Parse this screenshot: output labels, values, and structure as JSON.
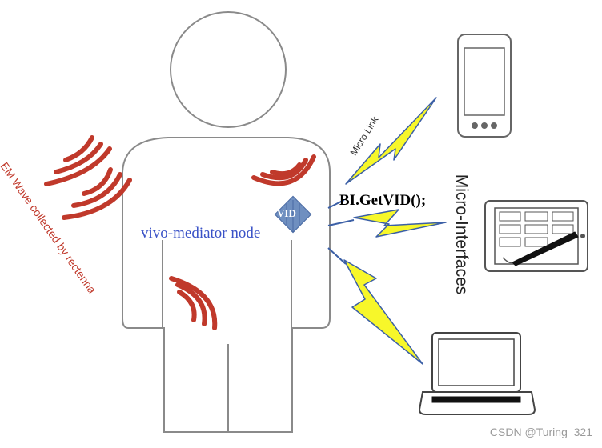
{
  "labels": {
    "em_wave": "EM Wave collected by rectenna",
    "vivo_mediator": "vivo-mediator node",
    "vid": "VID",
    "api_call": "BI.GetVID();",
    "micro_link": "Micro Link",
    "micro_interfaces": "Micro-Interfaces"
  },
  "watermark": "CSDN @Turing_321",
  "colors": {
    "em_wave": "#c0392b",
    "node_text": "#3a52c7",
    "node_diamond": "#6f8fc0",
    "lightning_fill": "#f7f72a",
    "lightning_stroke": "#3b5fa6",
    "body_outline": "#8a8a8a"
  },
  "icons": [
    "human-figure-icon",
    "em-wave-icon",
    "lightning-icon",
    "smartphone-icon",
    "tablet-icon",
    "laptop-icon"
  ]
}
